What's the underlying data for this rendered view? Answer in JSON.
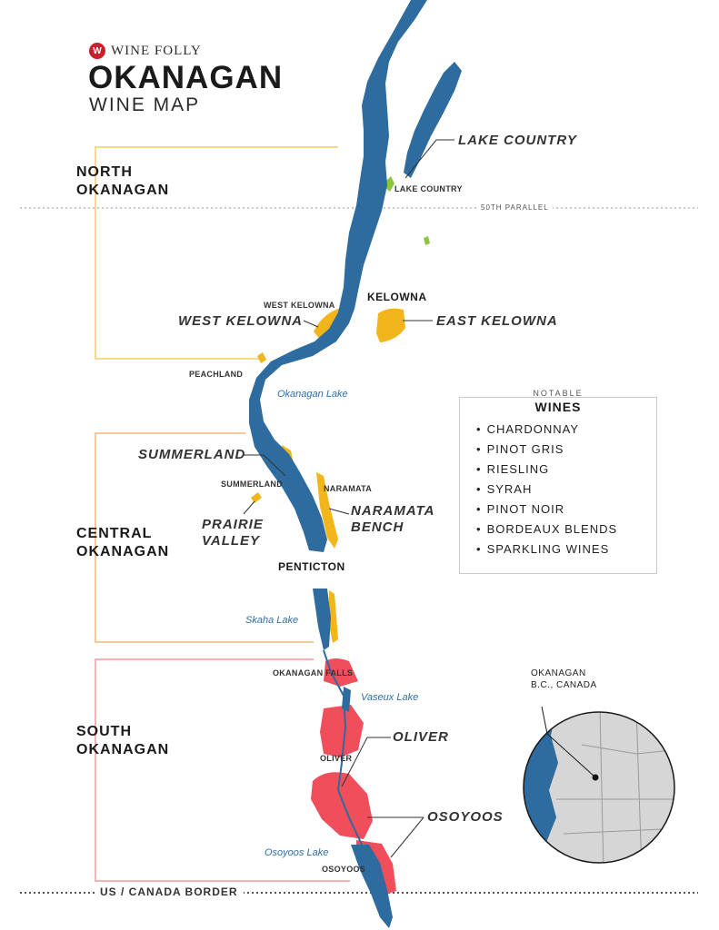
{
  "brand": {
    "logo_text": "W",
    "name": "WINE FOLLY"
  },
  "title": "OKANAGAN",
  "subtitle": "WINE MAP",
  "regions": {
    "north": [
      "NORTH",
      "OKANAGAN"
    ],
    "central": [
      "CENTRAL",
      "OKANAGAN"
    ],
    "south": [
      "SOUTH",
      "OKANAGAN"
    ]
  },
  "lines": {
    "parallel": "50TH PARALLEL",
    "border": "US / CANADA BORDER"
  },
  "sub_regions": {
    "lake_country": "LAKE COUNTRY",
    "west_kelowna": "WEST KELOWNA",
    "east_kelowna": "EAST KELOWNA",
    "summerland": "SUMMERLAND",
    "prairie_valley": [
      "PRAIRIE",
      "VALLEY"
    ],
    "naramata_bench": [
      "NARAMATA",
      "BENCH"
    ],
    "oliver": "OLIVER",
    "osoyoos": "OSOYOOS"
  },
  "towns": {
    "lake_country": "LAKE COUNTRY",
    "west_kelowna": "WEST KELOWNA",
    "peachland": "PEACHLAND",
    "summerland": "SUMMERLAND",
    "naramata": "NARAMATA",
    "okanagan_falls": "OKANAGAN FALLS",
    "oliver": "OLIVER",
    "osoyoos": "OSOYOOS"
  },
  "cities": {
    "kelowna": "KELOWNA",
    "penticton": "PENTICTON"
  },
  "lakes": {
    "okanagan": "Okanagan Lake",
    "skaha": "Skaha Lake",
    "vaseux": "Vaseux Lake",
    "osoyoos": "Osoyoos Lake"
  },
  "wines": {
    "kicker": "NOTABLE",
    "heading": "WINES",
    "items": [
      "CHARDONNAY",
      "PINOT GRIS",
      "RIESLING",
      "SYRAH",
      "PINOT NOIR",
      "BORDEAUX BLENDS",
      "SPARKLING WINES"
    ]
  },
  "inset": {
    "label": [
      "OKANAGAN",
      "B.C., CANADA"
    ]
  },
  "colors": {
    "water": "#2e6b9e",
    "north": "#8cc63f",
    "central": "#f2b51c",
    "south": "#ef4e5a",
    "north_bracket": "#f5cc63",
    "central_bracket": "#f2b977",
    "south_bracket": "#f29a9d"
  }
}
